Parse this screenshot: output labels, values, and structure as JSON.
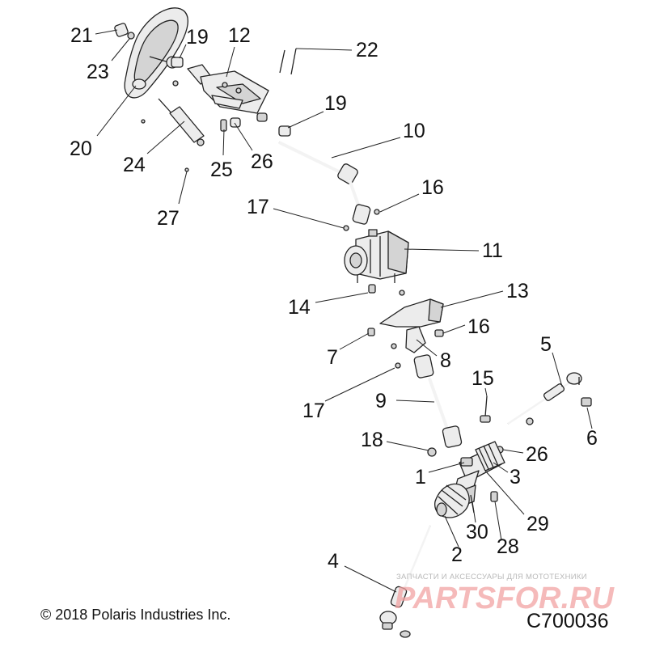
{
  "diagram": {
    "callouts": [
      "21",
      "19",
      "12",
      "22",
      "23",
      "19",
      "10",
      "20",
      "24",
      "25",
      "26",
      "16",
      "17",
      "27",
      "11",
      "14",
      "13",
      "7",
      "16",
      "8",
      "15",
      "5",
      "17",
      "9",
      "18",
      "26",
      "6",
      "1",
      "3",
      "29",
      "30",
      "28",
      "2",
      "4"
    ],
    "copyright": "© 2018 Polaris Industries Inc.",
    "drawing_code": "C700036",
    "watermark": {
      "tagline": "ЗАПЧАСТИ И АКСЕССУАРЫ ДЛЯ МОТОТЕХНИКИ",
      "brand": "PARTSFOR.RU"
    }
  }
}
